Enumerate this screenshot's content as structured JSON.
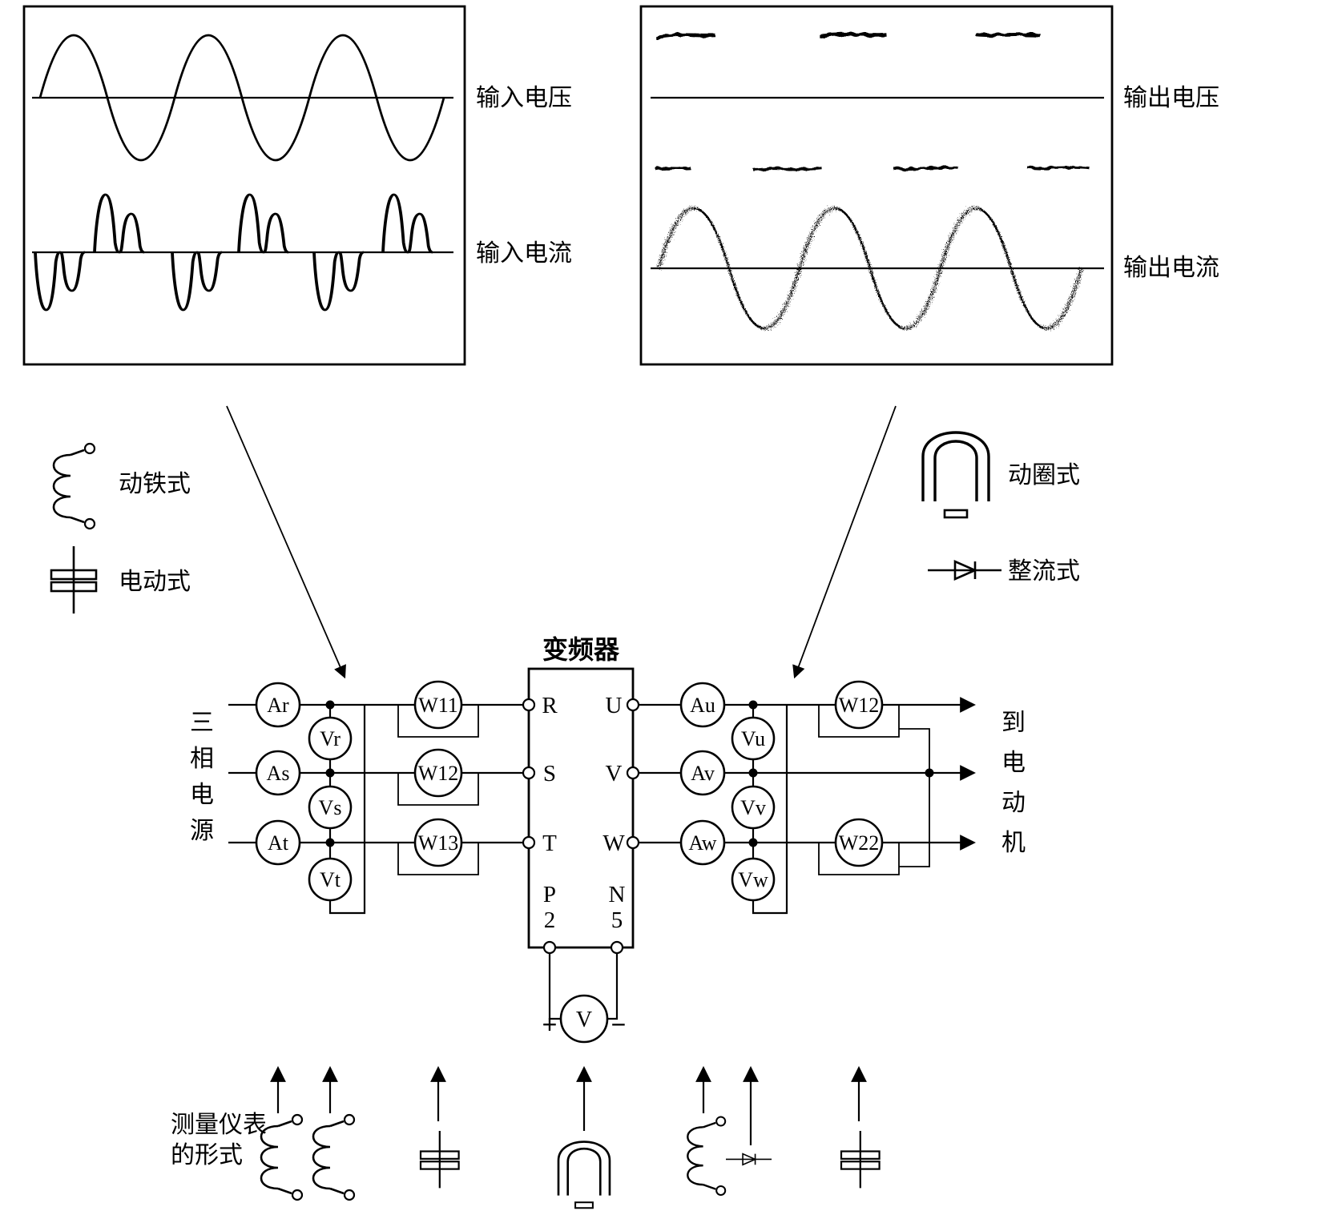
{
  "panels": {
    "input": {
      "voltage_label": "输入电压",
      "current_label": "输入电流"
    },
    "output": {
      "voltage_label": "输出电压",
      "current_label": "输出电流"
    }
  },
  "legend": {
    "moving_iron": "动铁式",
    "electrodynamic": "电动式",
    "moving_coil": "动圈式",
    "rectifier": "整流式"
  },
  "circuit": {
    "inverter_label": "变频器",
    "source_chars": [
      "三",
      "相",
      "电",
      "源"
    ],
    "motor_chars": [
      "到",
      "电",
      "动",
      "机"
    ],
    "terminals": {
      "r": "R",
      "s": "S",
      "t": "T",
      "u": "U",
      "v": "V",
      "w": "W",
      "p": "P",
      "p_num": "2",
      "n": "N",
      "n_num": "5"
    },
    "meters": {
      "ar": "Ar",
      "as": "As",
      "at": "At",
      "vr": "Vr",
      "vs": "Vs",
      "vt": "Vt",
      "w11": "W11",
      "w12": "W12",
      "w13": "W13",
      "au": "Au",
      "av": "Av",
      "aw": "Aw",
      "vu": "Vu",
      "vv": "Vv",
      "vw": "Vw",
      "w12_out": "W12",
      "w22": "W22",
      "dc": "V",
      "plus": "+",
      "minus": "−"
    }
  },
  "footer": {
    "line1": "测量仪表",
    "line2": "的形式"
  }
}
